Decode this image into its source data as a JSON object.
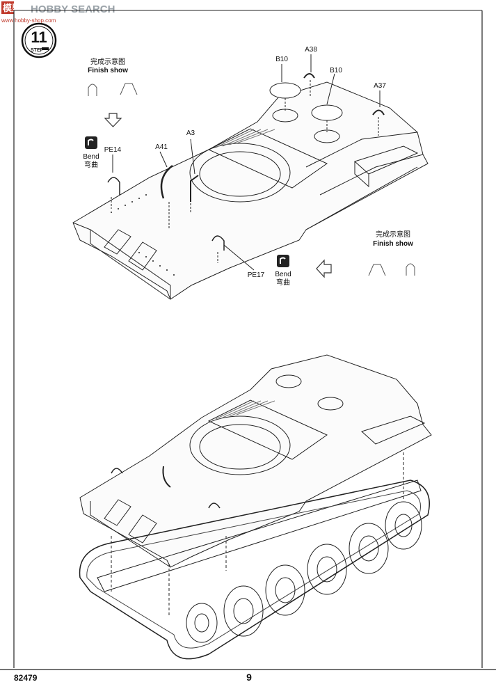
{
  "watermark": {
    "logo_chars": "模型",
    "site_text": "HOBBY SEARCH",
    "url_text": "www.hobby-shop.com"
  },
  "step": {
    "number": "11",
    "label": "STEP"
  },
  "finish_show_top": {
    "cn": "完成示意图",
    "en": "Finish show"
  },
  "finish_show_right": {
    "cn": "完成示意图",
    "en": "Finish show"
  },
  "bend_left": {
    "en": "Bend",
    "cn": "弯曲"
  },
  "bend_right": {
    "en": "Bend",
    "cn": "弯曲"
  },
  "part_labels": {
    "b10_left": "B10",
    "a38": "A38",
    "b10_right": "B10",
    "a37": "A37",
    "a3": "A3",
    "a41": "A41",
    "pe14": "PE14",
    "pe17": "PE17"
  },
  "footer": {
    "kit_number": "82479",
    "page_number": "9"
  },
  "icons": [
    "step-badge-icon",
    "bend-icon",
    "arrow-down-icon",
    "arrow-left-icon",
    "tank-silhouette-icon"
  ]
}
